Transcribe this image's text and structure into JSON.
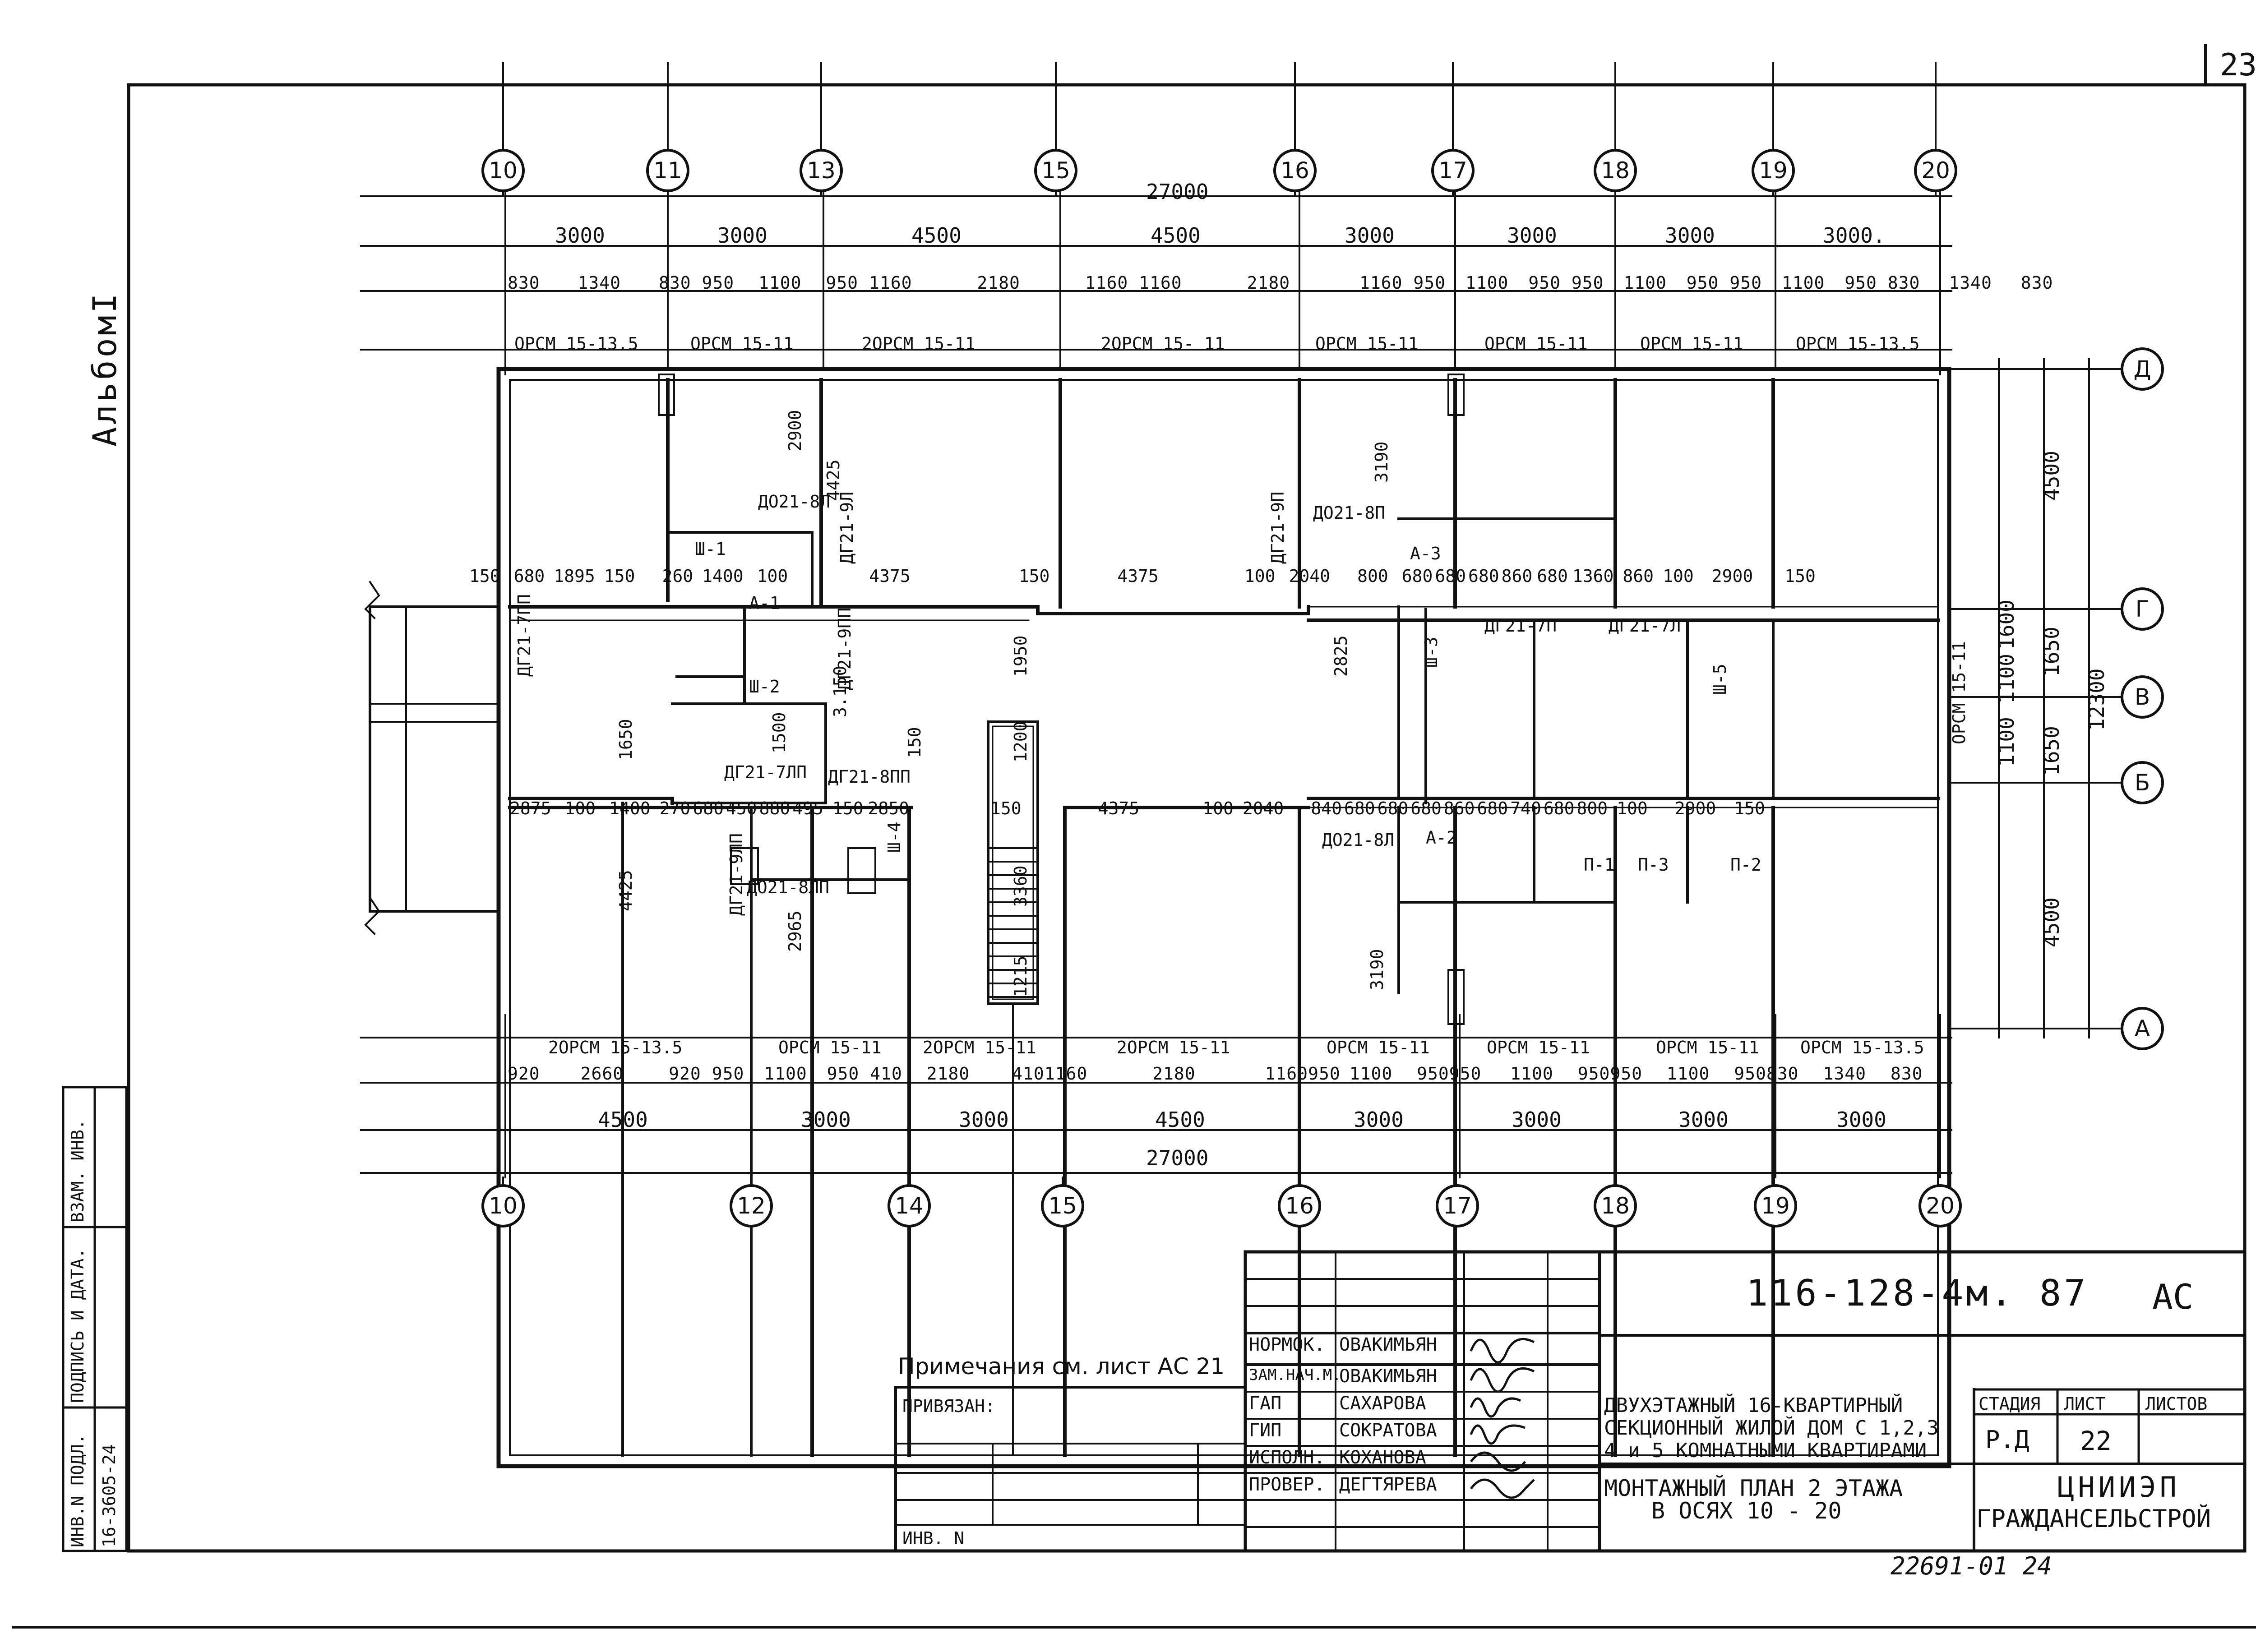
{
  "sheet_number": "23",
  "album": "АльбомI",
  "left_stamp": {
    "col1_header": "ИНВ.N ПОДЛ.",
    "col1_value": "16-3605-24",
    "col2_header": "ПОДПИСЬ И ДАТА.",
    "col3_header": "ВЗАМ. ИНВ."
  },
  "axes_top": [
    "10",
    "11",
    "13",
    "15",
    "16",
    "17",
    "18",
    "19",
    "20"
  ],
  "axes_bottom": [
    "10",
    "12",
    "14",
    "15",
    "16",
    "17",
    "18",
    "19",
    "20"
  ],
  "axes_right": [
    "Д",
    "Г",
    "В",
    "Б",
    "А"
  ],
  "top_dims": {
    "total": "27000",
    "row1": [
      "3000",
      "3000",
      "4500",
      "4500",
      "3000",
      "3000",
      "3000",
      "3000."
    ],
    "row2": [
      "830",
      "1340",
      "830",
      "950",
      "1100",
      "950",
      "1160",
      "2180",
      "1160",
      "1160",
      "2180",
      "1160",
      "950",
      "1100",
      "950",
      "950",
      "1100",
      "950",
      "950",
      "1100",
      "950",
      "830",
      "1340",
      "830"
    ],
    "panels": [
      "ОРСМ 15-13.5",
      "ОРСМ 15-11",
      "2ОРСМ 15-11",
      "2ОРСМ 15- 11",
      "ОРСМ 15-11",
      "ОРСМ 15-11",
      "ОРСМ 15-11",
      "ОРСМ 15-13.5"
    ]
  },
  "bottom_dims": {
    "total": "27000",
    "row1": [
      "4500",
      "3000",
      "3000",
      "4500",
      "3000",
      "3000",
      "3000",
      "3000"
    ],
    "row2": [
      "920",
      "2660",
      "920",
      "950",
      "1100",
      "950",
      "410",
      "2180",
      "410",
      "1160",
      "2180",
      "1160",
      "950",
      "1100",
      "950",
      "950",
      "1100",
      "950",
      "950",
      "1100",
      "950",
      "830",
      "1340",
      "830"
    ],
    "panels": [
      "2ОРСМ 15-13.5",
      "ОРСМ 15-11",
      "2ОРСМ 15-11",
      "2ОРСМ 15-11",
      "ОРСМ 15-11",
      "ОРСМ 15-11",
      "ОРСМ 15-11",
      "ОРСМ 15-13.5"
    ]
  },
  "right_dims": [
    "4500",
    "1650",
    "1100",
    "1650",
    "4500",
    "12300",
    "1600",
    "1100",
    "ОРСМ 15-11"
  ],
  "plan_labels": {
    "row_g": [
      "150",
      "680",
      "1895",
      "150",
      "260",
      "1400",
      "100",
      "4375",
      "150",
      "4375",
      "100",
      "2040",
      "800",
      "680",
      "680",
      "680",
      "860",
      "680",
      "1360",
      "860",
      "100",
      "2900",
      "150"
    ],
    "row_b": [
      "2875",
      "100",
      "1400",
      "270",
      "680",
      "450",
      "880",
      "495",
      "150",
      "2850",
      "150",
      "4375",
      "100",
      "2040",
      "840",
      "680",
      "680",
      "680",
      "860",
      "680",
      "740",
      "680",
      "800",
      "100",
      "2900",
      "150"
    ],
    "vertical": [
      "4425",
      "2900",
      "3190",
      "1950",
      "1200",
      "3360",
      "1215",
      "4425",
      "2965",
      "3190",
      "3.150",
      "2825",
      "1650",
      "1500",
      "150"
    ],
    "doors": [
      "ДГ21-9Л",
      "ДГ21-9П",
      "ДО21-8Л",
      "ДГ21-7ЛП",
      "ДГ21-7ПП",
      "ДГ21-9ПП",
      "ДГ21-8ПП",
      "ДО21-8П",
      "ДО21-8ЛП",
      "ДГ21-9ЛП",
      "ДГ21-7Л",
      "ДГ21-7П",
      "ДО21-8Л"
    ],
    "partitions": [
      "П-1",
      "П-2",
      "П-3",
      "Ш-1",
      "Ш-2",
      "Ш-3",
      "Ш-4",
      "Ш-5",
      "А-1",
      "А-2",
      "А-3"
    ]
  },
  "note": "Примечания см. лист АС 21",
  "bound_label": "ПРИВЯЗАН:",
  "inv_label": "ИНВ. N",
  "signatures": [
    {
      "role": "НОРМОК.",
      "name": "ОВАКИМЬЯН"
    },
    {
      "role": "ЗАМ.НАЧ.М.",
      "name": "ОВАКИМЬЯН"
    },
    {
      "role": "ГАП",
      "name": "САХАРОВА"
    },
    {
      "role": "ГИП",
      "name": "СОКРАТОВА"
    },
    {
      "role": "ИСПОЛН.",
      "name": "КОХАНОВА"
    },
    {
      "role": "ПРОВЕР.",
      "name": "ДЕГТЯРЕВА"
    }
  ],
  "doc_code": "116-128-4м. 87",
  "doc_section": "АС",
  "project_title": [
    "ДВУХЭТАЖНЫЙ 16-КВАРТИРНЫЙ",
    "СЕКЦИОННЫЙ ЖИЛОЙ ДОМ С 1,2,3",
    "4 и 5 КОМНАТНЫМИ КВАРТИРАМИ"
  ],
  "sheet_title": [
    "МОНТАЖНЫЙ ПЛАН 2 ЭТАЖА",
    "В ОСЯХ 10 - 20"
  ],
  "stage_header": "СТАДИЯ",
  "sheet_header": "ЛИСТ",
  "sheets_header": "ЛИСТОВ",
  "stage": "Р.Д",
  "sheet": "22",
  "org": [
    "ЦНИИЭП",
    "ГРАЖДАНСЕЛЬСТРОЙ"
  ],
  "archive_number": "22691-01  24"
}
